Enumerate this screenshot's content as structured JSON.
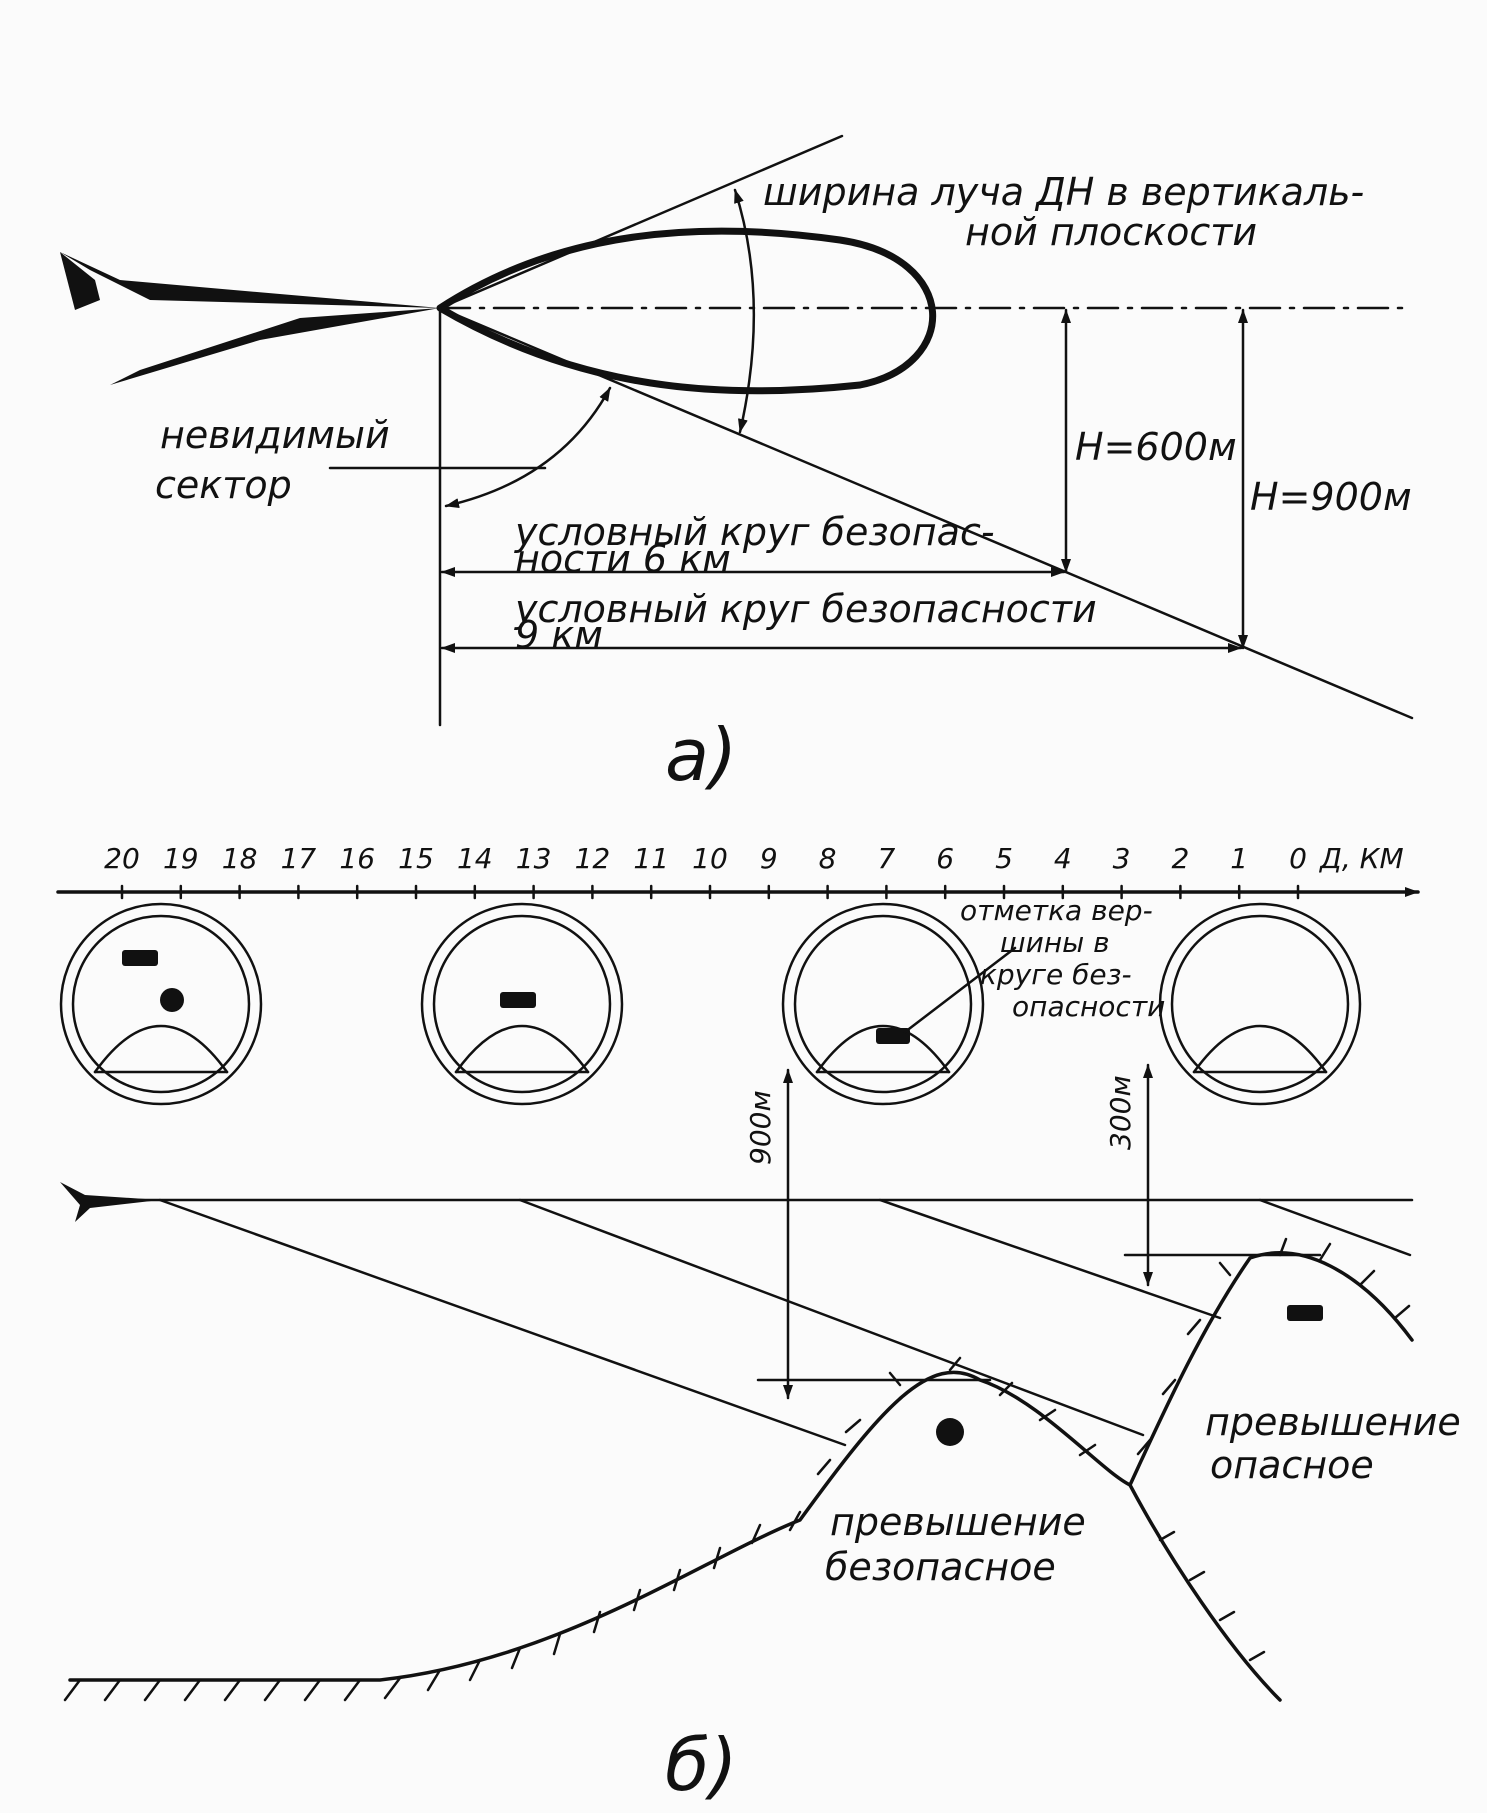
{
  "part_a": {
    "label": "а)",
    "beam_width": [
      "ширина луча ДН в вертикаль-",
      "ной плоскости"
    ],
    "blind_sector": [
      "невидимый",
      "сектор"
    ],
    "h600": "Н=600м",
    "h900": "Н=900м",
    "circle6": [
      "условный круг безопас-",
      "ности 6 км"
    ],
    "circle9": [
      "условный круг безопасности",
      "9 км"
    ]
  },
  "part_b": {
    "label": "б)",
    "scale_ticks": [
      "20",
      "19",
      "18",
      "17",
      "16",
      "15",
      "14",
      "13",
      "12",
      "11",
      "10",
      "9",
      "8",
      "7",
      "6",
      "5",
      "4",
      "3",
      "2",
      "1",
      "0"
    ],
    "scale_unit": "Д, КМ",
    "peak_mark": [
      "отметка вер-",
      "шины в",
      "круге без-",
      "опасности"
    ],
    "h900m": "900м",
    "h300m": "300м",
    "safe": [
      "превышение",
      "безопасное"
    ],
    "danger": [
      "превышение",
      "опасное"
    ]
  }
}
